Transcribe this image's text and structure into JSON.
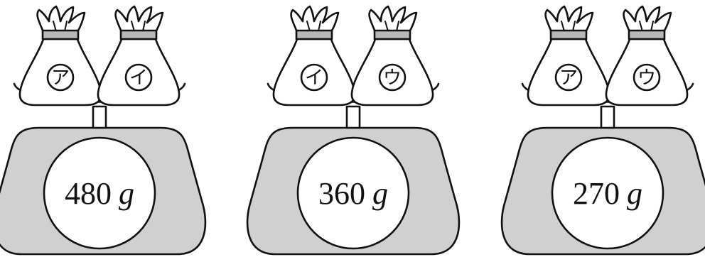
{
  "colors": {
    "scale_body": "#d0d0d0",
    "bag_tie": "#b8b8b8",
    "outline": "#111111",
    "background": "#ffffff"
  },
  "scales": [
    {
      "name": "scale-1",
      "bags": [
        {
          "label": "ア"
        },
        {
          "label": "イ"
        }
      ],
      "reading": "480",
      "unit": "g"
    },
    {
      "name": "scale-2",
      "bags": [
        {
          "label": "イ"
        },
        {
          "label": "ウ"
        }
      ],
      "reading": "360",
      "unit": "g"
    },
    {
      "name": "scale-3",
      "bags": [
        {
          "label": "ア"
        },
        {
          "label": "ウ"
        }
      ],
      "reading": "270",
      "unit": "g"
    }
  ]
}
